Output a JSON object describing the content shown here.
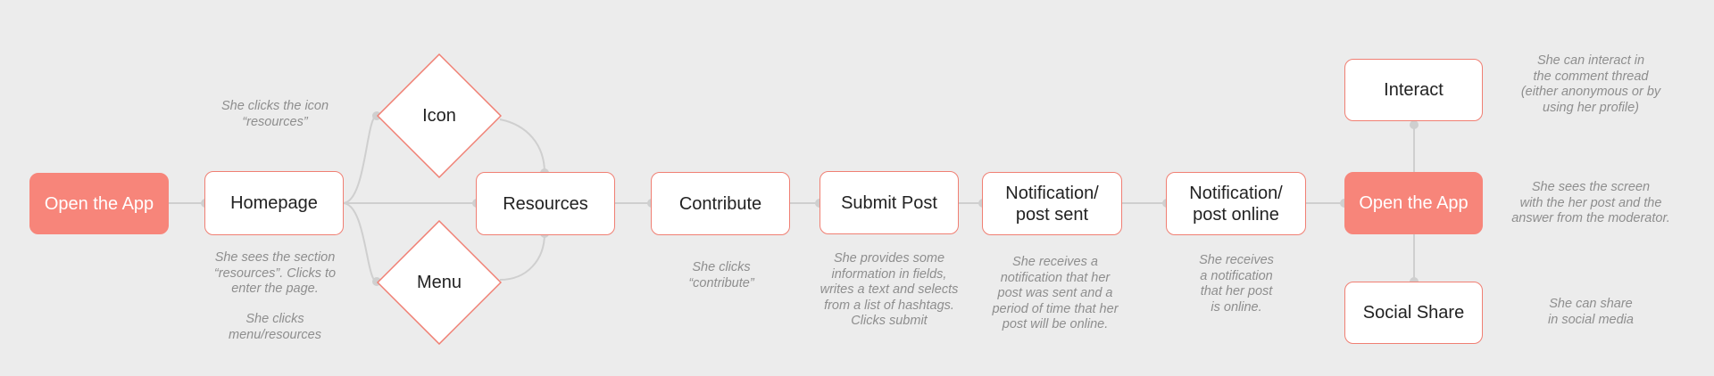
{
  "colors": {
    "background": "#ececec",
    "accent": "#f7857a",
    "border": "#f07f73",
    "edge": "#cfcfcf",
    "note_text": "#8e8e8e"
  },
  "nodes": {
    "open_app_start": "Open the App",
    "homepage": "Homepage",
    "icon": "Icon",
    "menu": "Menu",
    "resources": "Resources",
    "contribute": "Contribute",
    "submit_post": "Submit Post",
    "notification_sent": "Notification/\npost sent",
    "notification_online": "Notification/\npost online",
    "open_app_end": "Open the App",
    "interact": "Interact",
    "social_share": "Social Share"
  },
  "notes": {
    "clicks_icon": "She clicks the icon\n“resources”",
    "sees_section": "She sees the section\n“resources”. Clicks to\nenter the page.",
    "clicks_menu": "She clicks\nmenu/resources",
    "clicks_contribute": "She clicks\n“contribute”",
    "provides_info": "She provides some\ninformation in fields,\nwrites a text and selects\nfrom a list of hashtags.\nClicks submit",
    "receives_sent": "She receives a\nnotification that her\npost was sent and a\nperiod of time that her\npost will be online.",
    "receives_online": "She receives\na notification\nthat her post\nis online.",
    "interact_note": "She can interact in\nthe comment thread\n(either anonymous or by\nusing her profile)",
    "sees_screen": "She sees the screen\nwith the her post and the\nanswer from the moderator.",
    "share_note": "She can share\nin social media"
  }
}
